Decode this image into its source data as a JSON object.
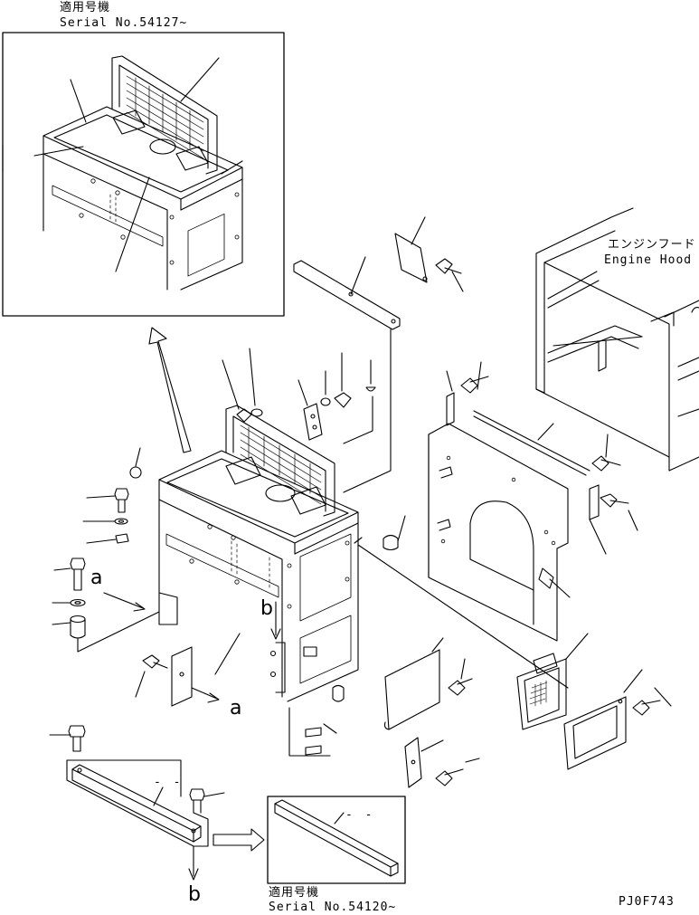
{
  "inset_top": {
    "heading_jp": "適用号機",
    "serial": "Serial No.54127~"
  },
  "inset_bottom": {
    "heading_jp": "適用号機",
    "serial": "Serial No.54120~",
    "dash_label": "- -"
  },
  "engine_hood": {
    "label_jp": "エンジンフード",
    "label_en": "Engine Hood"
  },
  "view_markers": {
    "a_arrow_tail": "a",
    "a_arrow_head": "a",
    "b_arrow_tail": "b",
    "b_arrow_head": "b"
  },
  "main_dash_label": "- -",
  "drawing_code": "PJ0F743"
}
